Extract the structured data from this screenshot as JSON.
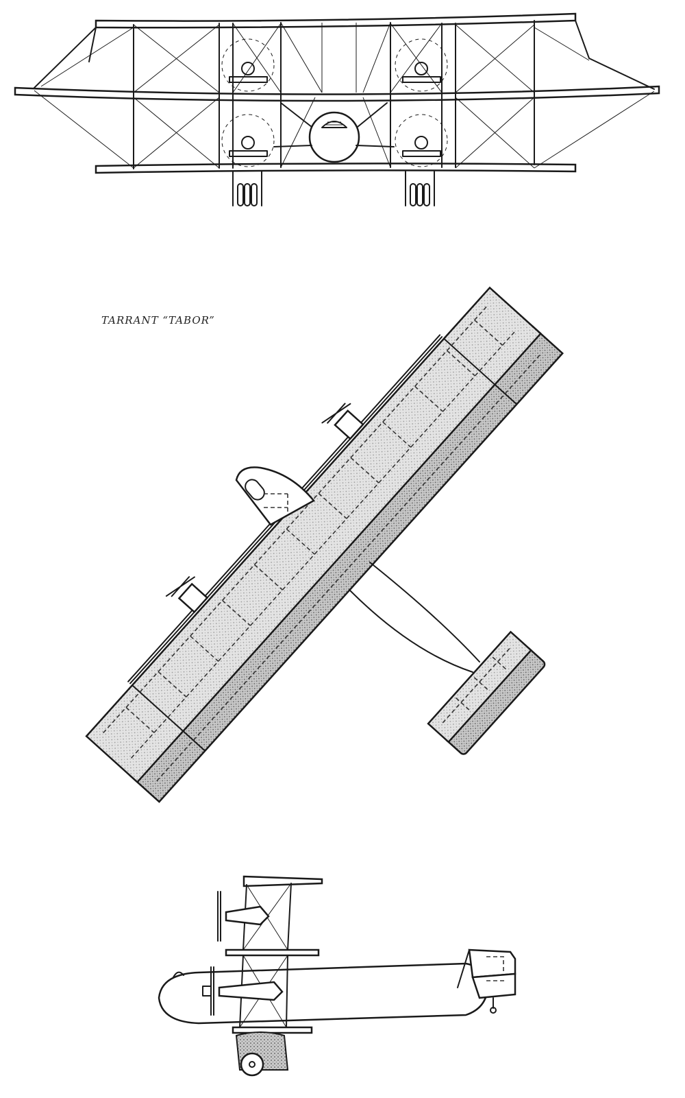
{
  "title": "TARRANT “TABOR”",
  "views": [
    {
      "id": "front-elevation",
      "label": ""
    },
    {
      "id": "plan-view",
      "label": ""
    },
    {
      "id": "side-elevation",
      "label": ""
    }
  ],
  "colors": {
    "ink": "#1a1a1a",
    "paper": "#ffffff",
    "wing_shade_light": "#d9d9d9",
    "wing_shade_dark": "#bdbdbd"
  }
}
